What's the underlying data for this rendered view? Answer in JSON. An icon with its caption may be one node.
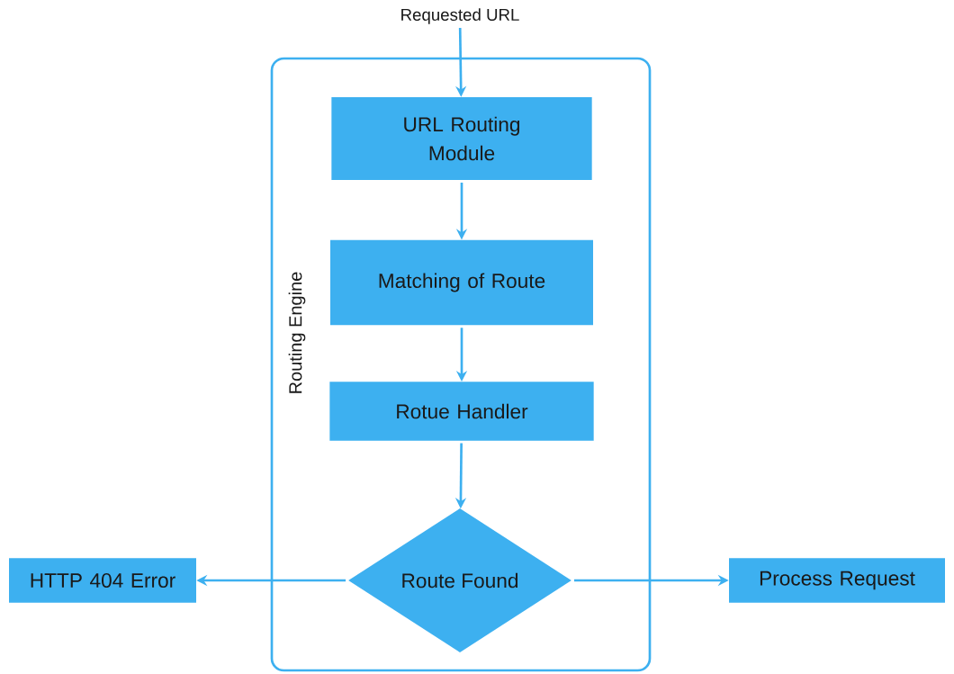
{
  "diagram": {
    "nodes": [
      {
        "text": [
          "Requested URL"
        ]
      },
      {
        "text": [
          "Routing Engine"
        ]
      },
      {
        "text": [
          "URL Routing Module"
        ],
        "in": 1
      },
      {
        "text": [
          "Matching of Route"
        ],
        "in": 1
      },
      {
        "text": [
          "Rotue Handler"
        ],
        "in": 1
      },
      {
        "text": [
          "Route Found"
        ],
        "in": 1
      },
      {
        "text": [
          "HTTP 404 Error"
        ]
      },
      {
        "text": [
          "Process Request"
        ]
      }
    ],
    "edges": [
      {
        "from": 0,
        "to": 2,
        "arrow": "to"
      },
      {
        "from": 2,
        "to": 3,
        "arrow": "to"
      },
      {
        "from": 3,
        "to": 4,
        "arrow": "to"
      },
      {
        "from": 4,
        "to": 5,
        "arrow": "to"
      },
      {
        "from": 5,
        "to": 6,
        "arrow": "to"
      },
      {
        "from": 5,
        "to": 7,
        "arrow": "to"
      }
    ]
  }
}
